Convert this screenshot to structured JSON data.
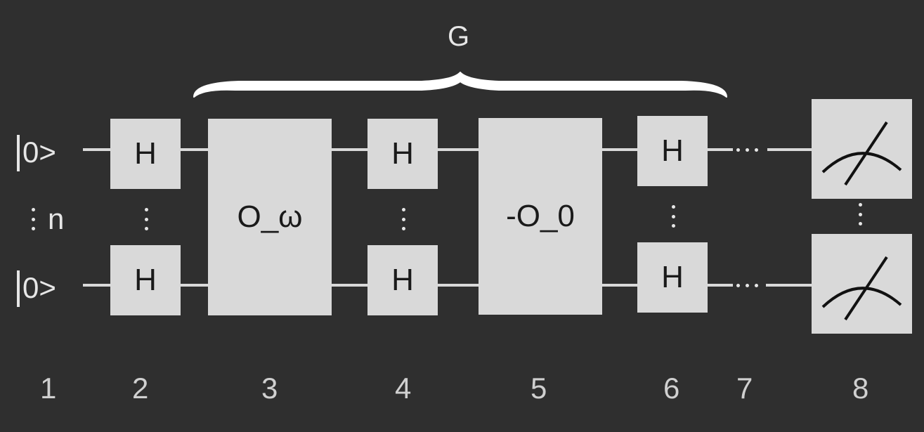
{
  "group_label": "G",
  "input_state": "0>",
  "qubit_count": "n",
  "hadamard_label": "H",
  "oracle_label": "O_ω",
  "diffusion_label": "-O_0",
  "steps": [
    "1",
    "2",
    "3",
    "4",
    "5",
    "6",
    "7",
    "8"
  ],
  "colors": {
    "background": "#2f2f2f",
    "gate_fill": "#d9d9d9",
    "wire": "#d9d9d9",
    "text": "#e6e6e6",
    "gate_text": "#1a1a1a"
  }
}
